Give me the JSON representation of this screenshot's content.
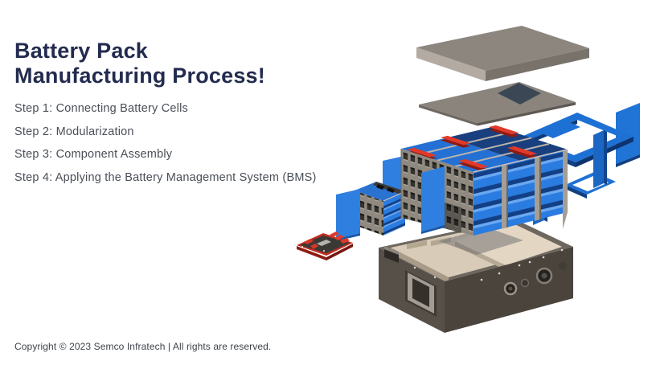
{
  "slide": {
    "title_line1": "Battery Pack",
    "title_line2": "Manufacturing Process!",
    "steps": [
      "Step 1: Connecting Battery Cells",
      "Step 2: Modularization",
      "Step 3: Component Assembly",
      "Step 4: Applying the Battery Management System (BMS)"
    ],
    "copyright": "Copyright © 2023 Semco Infratech | All rights are reserved."
  },
  "illustration": {
    "description": "Exploded 3D view of an EV battery pack assembly",
    "parts": [
      "Top cover lid",
      "Cover plate with dark inset panel",
      "Blue module side frames",
      "Blue side panels",
      "Main battery cell module with holder grid",
      "Small battery cell module",
      "Red busbar connectors",
      "BMS circuit board",
      "Battery pack enclosure case with handle and connectors"
    ],
    "colors": {
      "title_navy": "#232b4e",
      "step_text_gray": "#4a4f57",
      "cell_blue": "#2b7ce0",
      "frame_blue": "#1e71d4",
      "busbar_red": "#e13a2a",
      "pcb_red": "#c22d22",
      "lid_gray": "#8c867f",
      "case_gray": "#575049",
      "interior_cream": "#d8cbb7"
    }
  }
}
